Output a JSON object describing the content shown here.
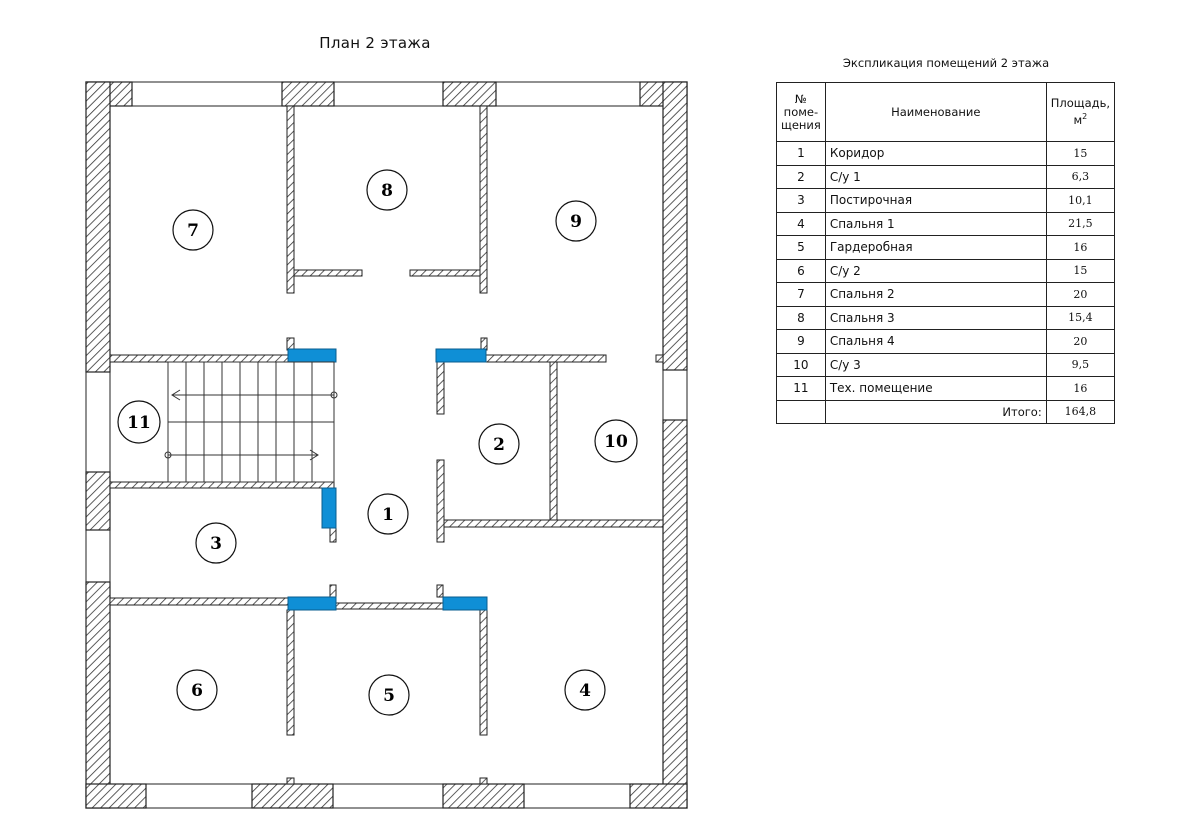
{
  "plan_title": "План 2 этажа",
  "table_title": "Экспликация помещений 2 этажа",
  "table_headers": {
    "num": [
      "№",
      "поме-",
      "щения"
    ],
    "name": "Наименование",
    "area": "Площадь,",
    "area_unit": "м",
    "area_unit_sup": "2"
  },
  "rooms": [
    {
      "num": "1",
      "name": "Коридор",
      "area": "15"
    },
    {
      "num": "2",
      "name": "С/у 1",
      "area": "6,3"
    },
    {
      "num": "3",
      "name": "Постирочная",
      "area": "10,1"
    },
    {
      "num": "4",
      "name": "Спальня 1",
      "area": "21,5"
    },
    {
      "num": "5",
      "name": "Гардеробная",
      "area": "16"
    },
    {
      "num": "6",
      "name": "С/у 2",
      "area": "15"
    },
    {
      "num": "7",
      "name": "Спальня 2",
      "area": "20"
    },
    {
      "num": "8",
      "name": "Спальня 3",
      "area": "15,4"
    },
    {
      "num": "9",
      "name": "Спальня 4",
      "area": "20"
    },
    {
      "num": "10",
      "name": "С/у 3",
      "area": "9,5"
    },
    {
      "num": "11",
      "name": "Тех. помещение",
      "area": "16"
    }
  ],
  "total": {
    "label": "Итого:",
    "value": "164,8"
  },
  "plan_labels": [
    "1",
    "2",
    "3",
    "4",
    "5",
    "6",
    "7",
    "8",
    "9",
    "10",
    "11"
  ],
  "colors": {
    "wall_hatch": "#333333",
    "window_blue": "#0f8fd6",
    "line": "#222222"
  }
}
